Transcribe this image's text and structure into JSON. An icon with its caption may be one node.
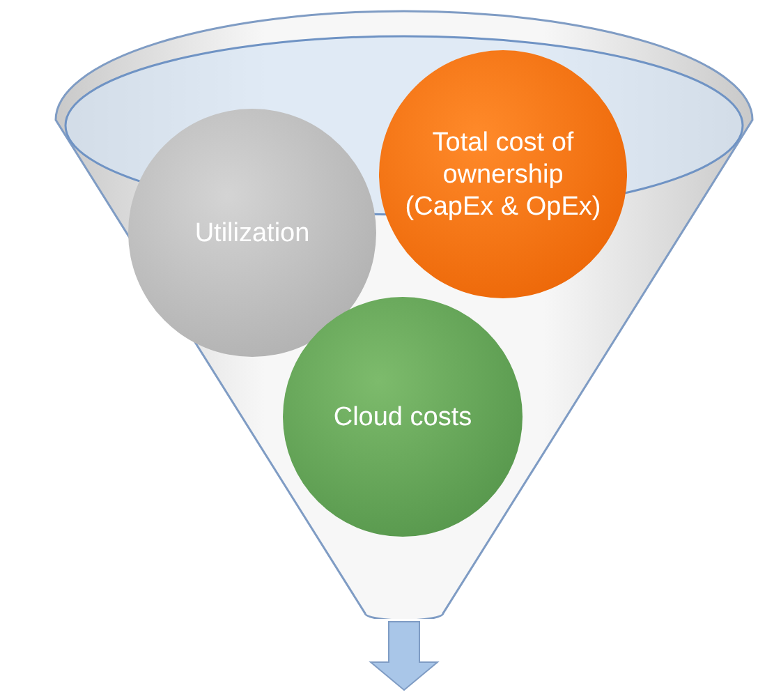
{
  "diagram": {
    "nodes": [
      {
        "text": [],
        "shape": "funnel"
      },
      {
        "text": [
          "Utilization"
        ],
        "in": 0
      },
      {
        "text": [
          "Total cost of ownership (CapEx & OpEx)"
        ],
        "in": 0
      },
      {
        "text": [
          "Cloud costs"
        ],
        "in": 0
      }
    ]
  }
}
